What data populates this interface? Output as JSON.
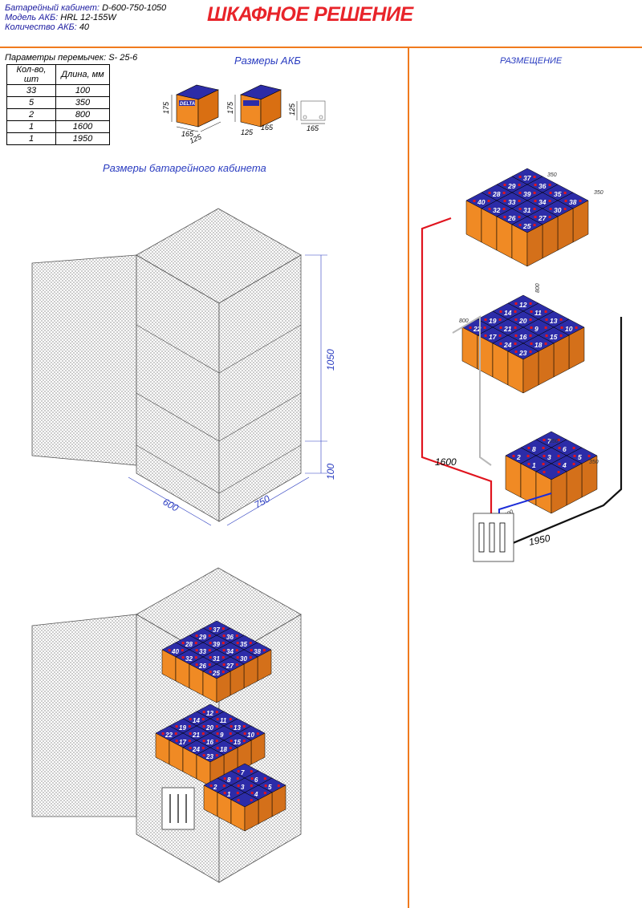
{
  "header": {
    "cabinet_label": "Батарейный кабинет:",
    "cabinet_value": "D-600-750-1050",
    "model_label": "Модель АКБ:",
    "model_value": "HRL 12-155W",
    "count_label": "Количество АКБ:",
    "count_value": "40"
  },
  "title": "ШКАФНОЕ РЕШЕНИЕ",
  "jumpers": {
    "caption": "Параметры перемычек: S- 25-6",
    "col_qty": "Кол-во, шт",
    "col_len": "Длина, мм",
    "rows": [
      {
        "qty": "33",
        "len": "100"
      },
      {
        "qty": "5",
        "len": "350"
      },
      {
        "qty": "2",
        "len": "800"
      },
      {
        "qty": "1",
        "len": "1600"
      },
      {
        "qty": "1",
        "len": "1950"
      }
    ]
  },
  "battery_dims": {
    "heading": "Размеры АКБ",
    "brand": "DELTA",
    "h1": "175",
    "w1": "165",
    "d1": "125",
    "h2": "175",
    "w2a": "125",
    "w2b": "165",
    "h3": "125",
    "w3": "165"
  },
  "cabinet_dims": {
    "heading": "Размеры батарейного кабинета",
    "height": "1050",
    "base": "100",
    "width": "600",
    "depth": "750"
  },
  "placement": {
    "heading": "РАЗМЕЩЕНИЕ",
    "j350": "350",
    "j800": "800",
    "j600": "600",
    "cable_red": "1600",
    "cable_black": "1950",
    "top_rows": [
      [
        "37",
        "36",
        "35",
        "38",
        "29",
        "39",
        "34",
        "30",
        "28",
        "33",
        "31",
        "27",
        "40",
        "32",
        "26",
        "25"
      ]
    ],
    "mid_numbers": [
      "12",
      "11",
      "13",
      "10",
      "14",
      "20",
      "9",
      "15",
      "19",
      "21",
      "16",
      "18",
      "22",
      "17",
      "24",
      "23"
    ],
    "bot_numbers": [
      "7",
      "6",
      "5",
      "8",
      "3",
      "4",
      "2",
      "1"
    ]
  },
  "colors": {
    "title_red": "#e8242a",
    "heading_blue": "#2a3cc0",
    "divider_orange": "#f07a1e",
    "battery_top": "#2c2ca8",
    "battery_side": "#f08a24",
    "cable_red": "#e0141e",
    "cable_black": "#111111",
    "jumper_grey": "#b8b8b8"
  }
}
